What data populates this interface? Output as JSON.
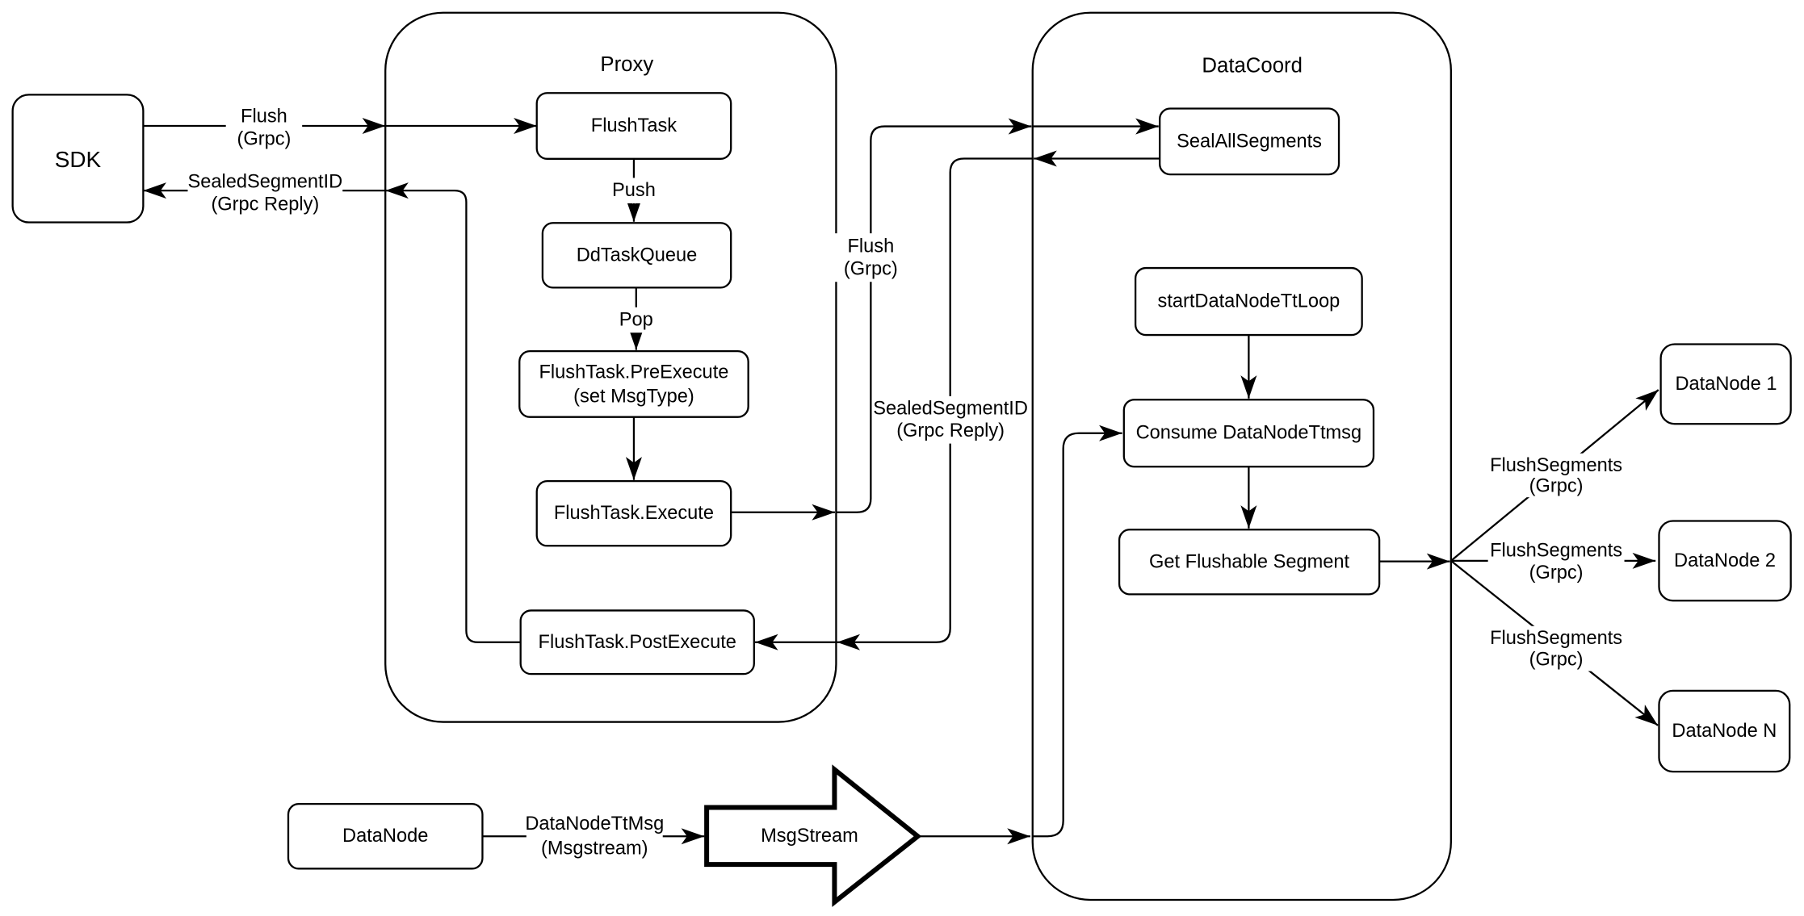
{
  "diagram": {
    "colors": {
      "stroke": "#000000",
      "fill": "#ffffff"
    },
    "containers": {
      "proxy": {
        "title": "Proxy"
      },
      "datacoord": {
        "title": "DataCoord"
      }
    },
    "nodes": {
      "sdk": {
        "label": "SDK"
      },
      "flush_task": {
        "label": "FlushTask"
      },
      "dd_task_queue": {
        "label": "DdTaskQueue"
      },
      "pre_execute": {
        "line1": "FlushTask.PreExecute",
        "line2": "(set MsgType)"
      },
      "execute": {
        "label": "FlushTask.Execute"
      },
      "post_execute": {
        "label": "FlushTask.PostExecute"
      },
      "seal_all_segments": {
        "label": "SealAllSegments"
      },
      "start_datanode_tt_loop": {
        "label": "startDataNodeTtLoop"
      },
      "consume_datanode_ttmsg": {
        "label": "Consume DataNodeTtmsg"
      },
      "get_flushable_segment": {
        "label": "Get Flushable Segment"
      },
      "data_node_1": {
        "label": "DataNode 1"
      },
      "data_node_2": {
        "label": "DataNode 2"
      },
      "data_node_n": {
        "label": "DataNode N"
      },
      "data_node": {
        "label": "DataNode"
      },
      "msg_stream": {
        "label": "MsgStream"
      }
    },
    "edge_labels": {
      "flush_sdk": {
        "line1": "Flush",
        "line2": "(Grpc)"
      },
      "sealed_sdk": {
        "line1": "SealedSegmentID",
        "line2": "(Grpc Reply)"
      },
      "push": "Push",
      "pop": "Pop",
      "flush_mid": {
        "line1": "Flush",
        "line2": "(Grpc)"
      },
      "sealed_mid": {
        "line1": "SealedSegmentID",
        "line2": "(Grpc Reply)"
      },
      "flush_segments": [
        {
          "line1": "FlushSegments",
          "line2": "(Grpc)"
        },
        {
          "line1": "FlushSegments",
          "line2": "(Grpc)"
        },
        {
          "line1": "FlushSegments",
          "line2": "(Grpc)"
        }
      ],
      "datanode_tt_msg": {
        "line1": "DataNodeTtMsg",
        "line2": "(Msgstream)"
      }
    }
  }
}
